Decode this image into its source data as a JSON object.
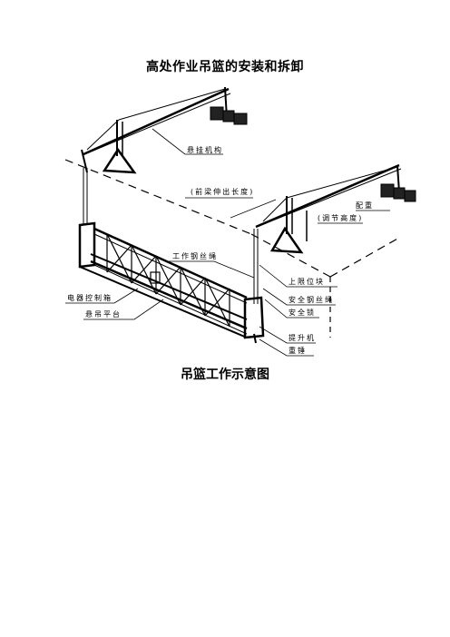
{
  "document": {
    "title": "高处作业吊篮的安装和拆卸",
    "caption": "吊篮工作示意图"
  },
  "diagram": {
    "labels": {
      "hanging_mechanism": "悬挂机构",
      "front_beam_extension": "(前梁伸出长度)",
      "counterweight": "配重",
      "adjust_height": "(调节高度)",
      "working_wire_rope": "工作钢丝绳",
      "upper_limit_stop": "上限位块",
      "safety_wire_rope": "安全钢丝绳",
      "safety_lock": "安全锁",
      "electrical_control_box": "电器控制箱",
      "suspended_platform": "悬吊平台",
      "hoist": "提升机",
      "heavy_hammer": "重锤"
    }
  }
}
